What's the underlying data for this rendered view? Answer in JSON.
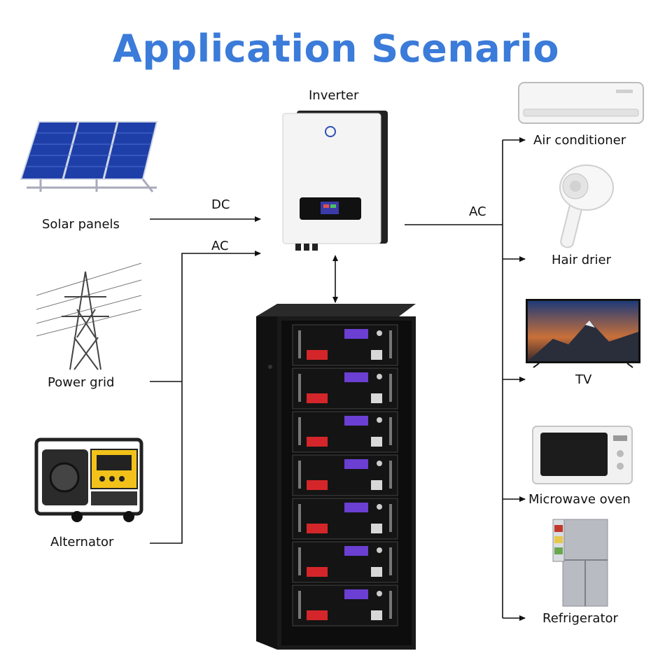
{
  "title": "Application Scenario",
  "inverter": {
    "label": "Inverter"
  },
  "sources": [
    {
      "label": "Solar panels",
      "icon": "solar-panel-icon"
    },
    {
      "label": "Power grid",
      "icon": "power-tower-icon"
    },
    {
      "label": "Alternator",
      "icon": "generator-icon"
    }
  ],
  "connections": {
    "dc_label": "DC",
    "ac_in_label": "AC",
    "ac_out_label": "AC"
  },
  "loads": [
    {
      "label": "Air conditioner",
      "icon": "air-conditioner-icon"
    },
    {
      "label": "Hair drier",
      "icon": "hair-dryer-icon"
    },
    {
      "label": "TV",
      "icon": "tv-icon"
    },
    {
      "label": "Microwave oven",
      "icon": "microwave-icon"
    },
    {
      "label": "Refrigerator",
      "icon": "refrigerator-icon"
    }
  ],
  "battery": {
    "icon": "battery-rack-icon",
    "modules": 7
  },
  "colors": {
    "title": "#3b7bd9",
    "line": "#111111",
    "battery_rack": "#1a1a1a",
    "terminal_red": "#d4262a",
    "screen_purple": "#6a3fd1"
  }
}
